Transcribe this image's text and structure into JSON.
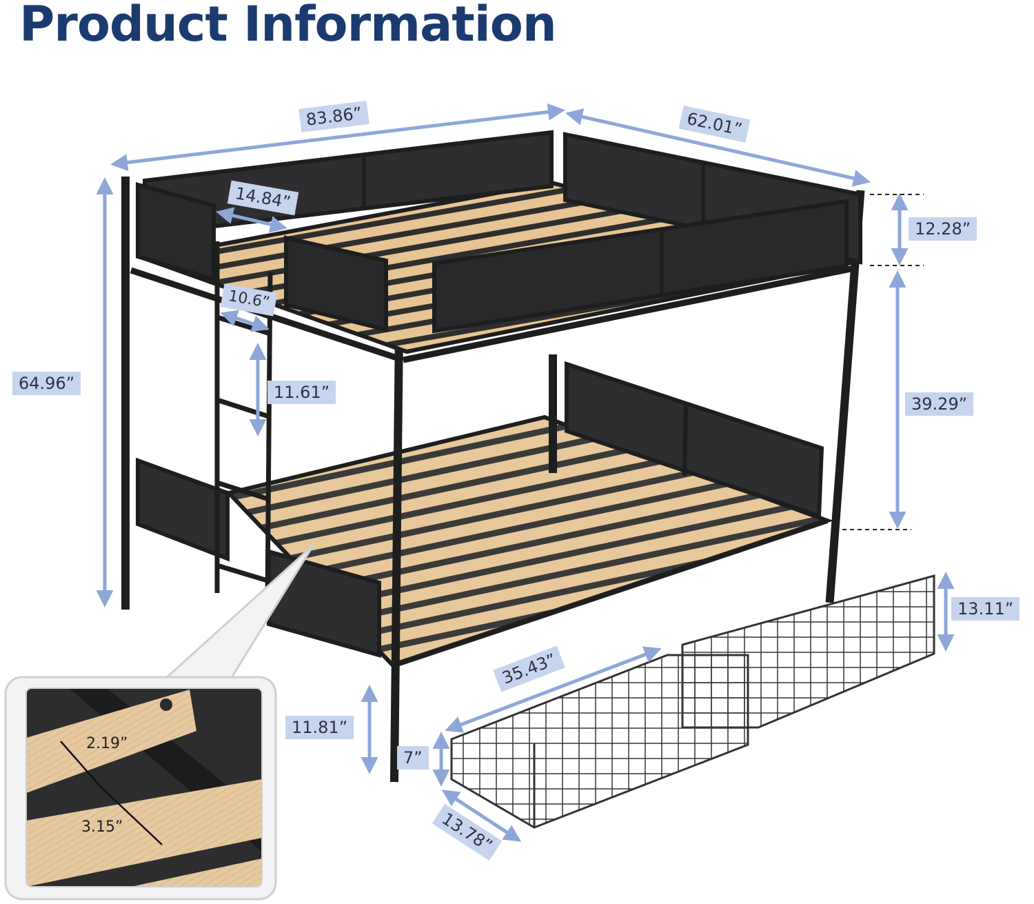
{
  "title": "Product Information",
  "colors": {
    "title": "#1b3b70",
    "dimension_arrow": "#8fa6d8",
    "label_background": "#c7d4ee",
    "frame": "#1e1e1e",
    "slat": "#e8c89a",
    "mesh_panel": "#2e2e30"
  },
  "dimensions": {
    "overall_length": "83.86”",
    "overall_width": "62.01”",
    "overall_height": "64.96”",
    "guardrail_height": "12.28”",
    "ladder_opening": "14.84”",
    "ladder_width": "10.6”",
    "ladder_step_spacing": "11.61”",
    "bunk_clearance": "39.29”",
    "drawer_height": "13.11”",
    "drawer_length": "35.43”",
    "floor_clearance": "11.81”",
    "drawer_depth": "7”",
    "drawer_width": "13.78”"
  },
  "inset": {
    "slat_width": "2.19”",
    "slat_gap": "3.15”"
  }
}
